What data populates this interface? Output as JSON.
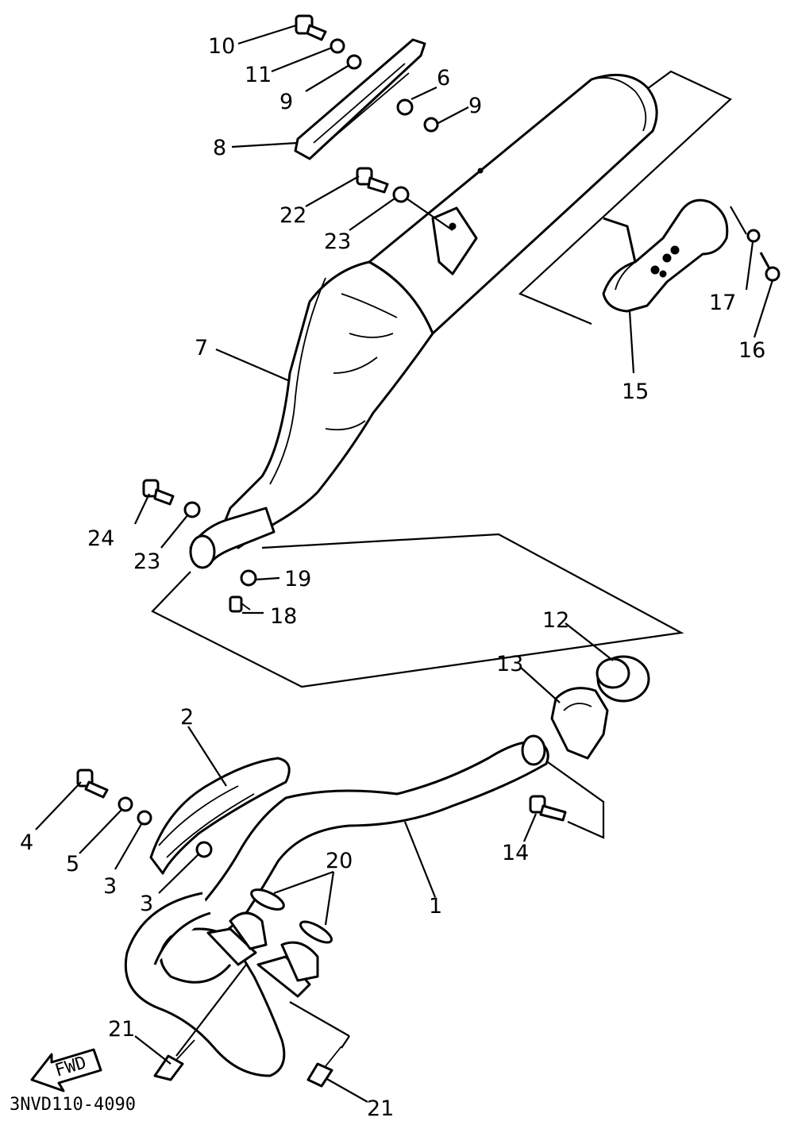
{
  "callouts": {
    "c1": "1",
    "c2": "2",
    "c3a": "3",
    "c3b": "3",
    "c4": "4",
    "c5": "5",
    "c6": "6",
    "c7": "7",
    "c8": "8",
    "c9a": "9",
    "c9b": "9",
    "c10": "10",
    "c11": "11",
    "c12": "12",
    "c13": "13",
    "c14": "14",
    "c15": "15",
    "c16": "16",
    "c17": "17",
    "c18": "18",
    "c19": "19",
    "c20": "20",
    "c21a": "21",
    "c21b": "21",
    "c22": "22",
    "c23a": "23",
    "c23b": "23",
    "c24": "24"
  },
  "fwd_arrow": {
    "text": "FWD"
  },
  "diagram_code": "3NVD110-4090",
  "colors": {
    "ink": "#000000",
    "paper": "#ffffff"
  }
}
